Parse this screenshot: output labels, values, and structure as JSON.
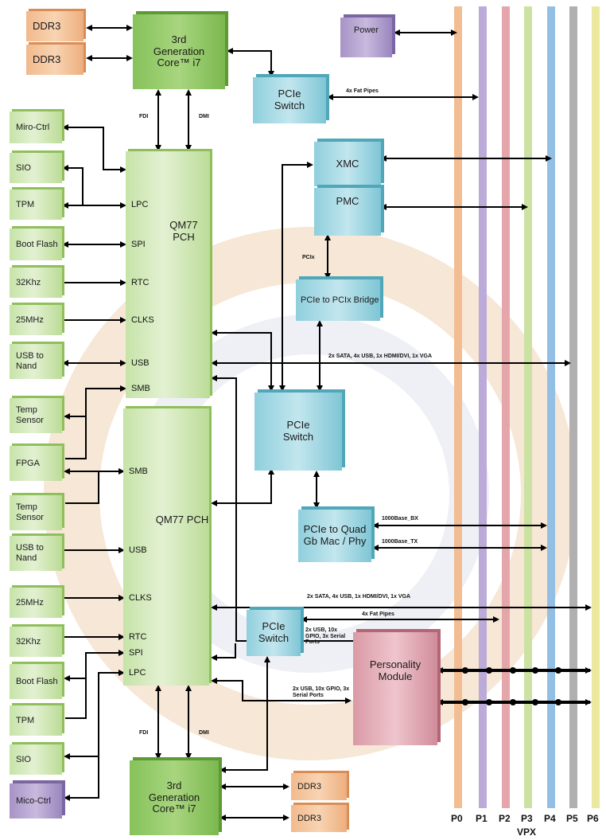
{
  "left_column": {
    "top": [
      "Miro-Ctrl",
      "SIO",
      "TPM",
      "Boot Flash",
      "32Khz",
      "25MHz",
      "USB to Nand",
      "Temp Sensor"
    ],
    "bottom": [
      "FPGA",
      "Temp Sensor",
      "USB to Nand",
      "25MHz",
      "32Khz",
      "Boot Flash",
      "TPM",
      "SIO",
      "Mico-Ctrl"
    ]
  },
  "ddr_top": [
    "DDR3",
    "DDR3"
  ],
  "ddr_bottom": [
    "DDR3",
    "DDR3"
  ],
  "cpu_top": "3rd Generation Core™ i7",
  "cpu_bottom": "3rd Generation Core™ i7",
  "pch_top": {
    "title": "QM77 PCH",
    "ports": [
      "LPC",
      "SPI",
      "RTC",
      "CLKS",
      "USB",
      "SMB"
    ]
  },
  "pch_bottom": {
    "title": "QM77 PCH",
    "ports": [
      "SMB",
      "USB",
      "CLKS",
      "RTC",
      "SPI",
      "LPC"
    ]
  },
  "link_labels": {
    "fdi": "FDI",
    "dmi": "DMI",
    "fdi2": "FDI",
    "dmi2": "DMI",
    "pcix": "PCIx"
  },
  "power": "Power",
  "pcie_switch_top": "PCIe Switch",
  "pcie_switch_mid": "PCIe Switch",
  "pcie_switch_small": "PCIe Switch",
  "xmc": "XMC",
  "pmc": "PMC",
  "bridge": "PCIe to PCIx Bridge",
  "quad": "PCIe to Quad Gb Mac / Phy",
  "personality": "Personality Module",
  "annotations": {
    "fat_pipes": "4x Fat Pipes",
    "sata_top": "2x SATA, 4x USB, 1x HDMI/DVI, 1x VGA",
    "gbe_bx": "1000Base_BX",
    "gbe_tx": "1000Base_TX",
    "sata_bottom": "2x SATA, 4x USB, 1x HDMI/DVI, 1x VGA",
    "fat_pipes_2": "4x Fat Pipes",
    "small_switch_io": "2x USB, 10x GPIO, 3x Serial Ports",
    "pch_io": "2x USB, 10x GPIO, 3x Serial Ports"
  },
  "vpx": {
    "label": "VPX",
    "pins": [
      "P0",
      "P1",
      "P2",
      "P3",
      "P4",
      "P5",
      "P6"
    ]
  },
  "colors": {
    "p0": "#f0b98b",
    "p1": "#b9a7d8",
    "p2": "#e2a1a6",
    "p3": "#c8df9e",
    "p4": "#8fbbe3",
    "p5": "#a9a9a9",
    "p6": "#e8e79a"
  }
}
